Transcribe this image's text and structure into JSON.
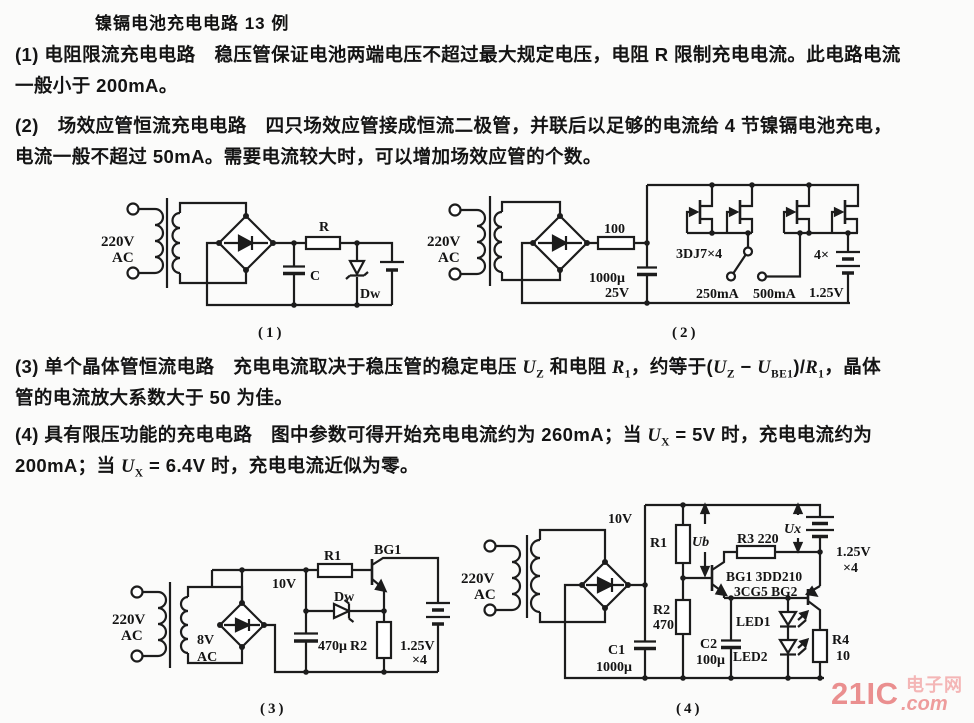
{
  "page": {
    "title": "镍镉电池充电电路 13 例",
    "watermark": {
      "big": "21IC",
      "cn": "电子网",
      "com": ".com"
    }
  },
  "paragraphs": {
    "p1": {
      "lines": [
        [
          {
            "t": "(1) 电阻限流充电电路　稳压管保证电池两端电压不超过最大规定电压，电阻 R 限制充电电流。此电路电流"
          }
        ],
        [
          {
            "t": "一般小于 200mA。"
          }
        ]
      ]
    },
    "p2": {
      "lines": [
        [
          {
            "t": "(2)　场效应管恒流充电电路　四只场效应管接成恒流二极管，并联后以足够的电流给 4 节镍镉电池充电，"
          }
        ],
        [
          {
            "t": "电流一般不超过 50mA。需要电流较大时，可以增加场效应管的个数。"
          }
        ]
      ]
    },
    "p3": {
      "lines": [
        [
          {
            "t": "(3) 单个晶体管恒流电路　充电电流取决于稳压管的稳定电压 "
          },
          {
            "t": "U",
            "i": 1
          },
          {
            "t": "Z",
            "sub": 1
          },
          {
            "t": " 和电阻 "
          },
          {
            "t": "R",
            "i": 1
          },
          {
            "t": "1",
            "sub": 1
          },
          {
            "t": "，约等于("
          },
          {
            "t": "U",
            "i": 1
          },
          {
            "t": "Z",
            "sub": 1
          },
          {
            "t": " − "
          },
          {
            "t": "U",
            "i": 1
          },
          {
            "t": "BE1",
            "sub": 1
          },
          {
            "t": ")/"
          },
          {
            "t": "R",
            "i": 1
          },
          {
            "t": "1",
            "sub": 1
          },
          {
            "t": "，晶体"
          }
        ],
        [
          {
            "t": "管的电流放大系数大于 50 为佳。"
          }
        ]
      ]
    },
    "p4": {
      "lines": [
        [
          {
            "t": "(4) 具有限压功能的充电电路　图中参数可得开始充电电流约为 260mA；当 "
          },
          {
            "t": "U",
            "i": 1
          },
          {
            "t": "X",
            "sub": 1
          },
          {
            "t": " = 5V 时，充电电流约为"
          }
        ],
        [
          {
            "t": "200mA；当 "
          },
          {
            "t": "U",
            "i": 1
          },
          {
            "t": "X",
            "sub": 1
          },
          {
            "t": " = 6.4V 时，充电电流近似为零。"
          }
        ]
      ]
    }
  },
  "circuit1": {
    "caption": "(1)",
    "labels": {
      "v": "220V",
      "ac": "AC",
      "r": "R",
      "c": "C",
      "dw": "Dw"
    }
  },
  "circuit2": {
    "caption": "(2)",
    "labels": {
      "v": "220V",
      "ac": "AC",
      "r100": "100",
      "cap": "1000μ",
      "capv": "25V",
      "fet": "3DJ7×4",
      "i1": "250mA",
      "i2": "500mA",
      "batt1": "4×",
      "batt2": "1.25V"
    }
  },
  "circuit3": {
    "caption": "(3)",
    "labels": {
      "v": "220V",
      "ac": "AC",
      "sec": "8V",
      "sec2": "AC",
      "rail": "10V",
      "r1": "R1",
      "bg1": "BG1",
      "dw": "Dw",
      "cap": "470μ",
      "r2": "R2",
      "batt1": "1.25V",
      "batt2": "×4"
    }
  },
  "circuit4": {
    "caption": "(4)",
    "labels": {
      "v": "220V",
      "ac": "AC",
      "rail": "10V",
      "c1": "C1",
      "c1v": "1000μ",
      "r1": "R1",
      "r2": "R2",
      "r2v": "470",
      "ub": "Ub",
      "r3": "R3 220",
      "ux": "Ux",
      "batt1": "1.25V",
      "batt2": "×4",
      "bg1": "BG1 3DD210",
      "bg2": "3CG5 BG2",
      "c2": "C2",
      "c2v": "100μ",
      "led1": "LED1",
      "led2": "LED2",
      "r4": "R4",
      "r4v": "10"
    }
  }
}
